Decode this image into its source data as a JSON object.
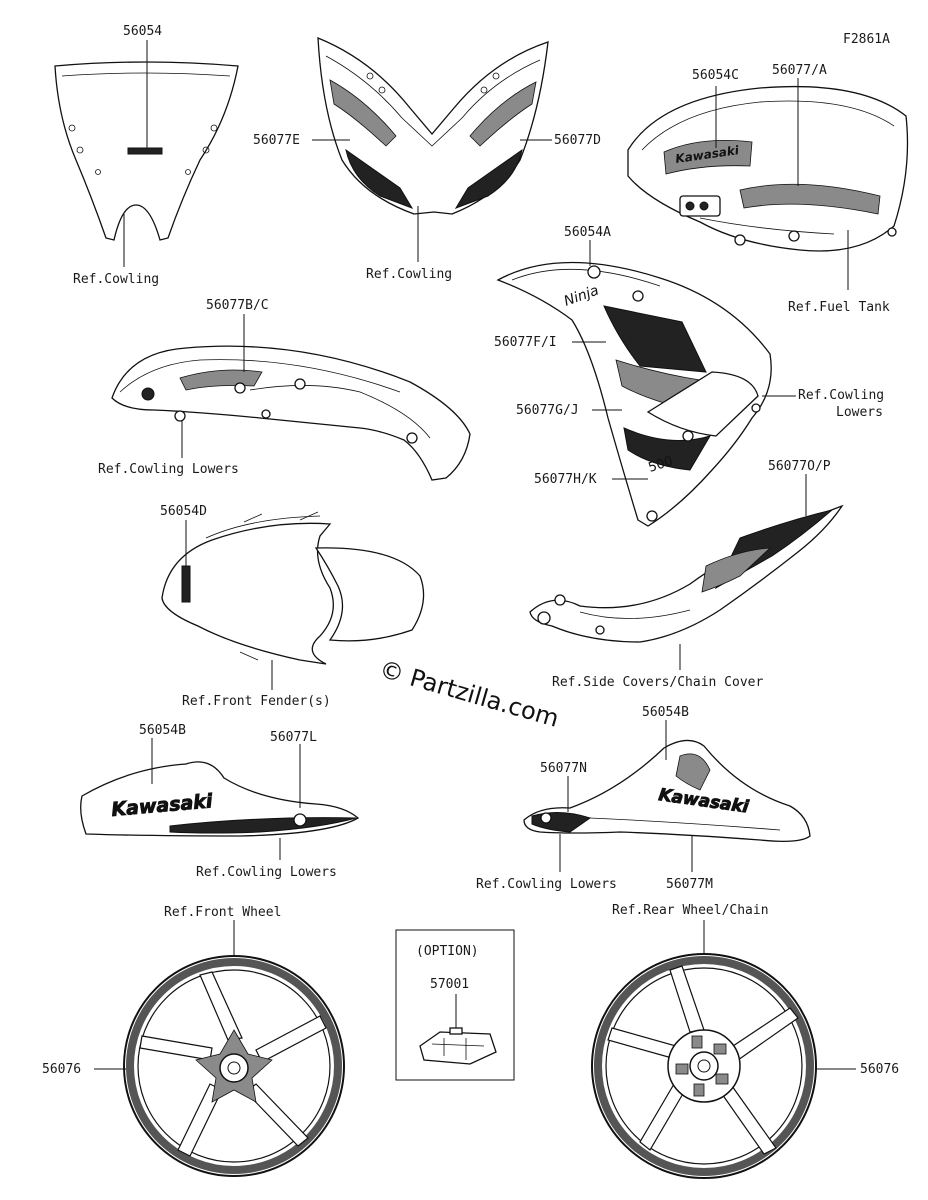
{
  "diagram_code": "F2861A",
  "watermark": "© Partzilla.com",
  "option_box": {
    "title": "(OPTION)",
    "part": "57001"
  },
  "callouts": {
    "windshield_part": "56054",
    "windshield_ref": "Ref.Cowling",
    "upper_cowl_left": "56077E",
    "upper_cowl_right": "56077D",
    "upper_cowl_ref": "Ref.Cowling",
    "tank_part_c": "56054C",
    "tank_part_a": "56077/A",
    "tank_ref": "Ref.Fuel Tank",
    "side_fairing_part": "56077B/C",
    "side_fairing_ref": "Ref.Cowling Lowers",
    "mid_cowl_part": "56054A",
    "mid_cowl_fi": "56077F/I",
    "mid_cowl_gj": "56077G/J",
    "mid_cowl_hk": "56077H/K",
    "mid_cowl_ref": "Ref.Cowling Lowers",
    "fender_part": "56054D",
    "fender_ref": "Ref.Front Fender(s)",
    "side_cover_part": "56077O/P",
    "side_cover_ref": "Ref.Side Covers/Chain Cover",
    "belly_left_part": "56054B",
    "belly_left_stripe": "56077L",
    "belly_left_ref": "Ref.Cowling Lowers",
    "belly_right_part": "56054B",
    "belly_right_stripe": "56077N",
    "belly_right_ref": "Ref.Cowling Lowers",
    "belly_right_m": "56077M",
    "front_wheel_ref": "Ref.Front Wheel",
    "front_wheel_part": "56076",
    "rear_wheel_ref": "Ref.Rear Wheel/Chain",
    "rear_wheel_part": "56076"
  },
  "decal_text": {
    "kawasaki": "Kawasaki",
    "ninja": "Ninja",
    "number": "500"
  }
}
